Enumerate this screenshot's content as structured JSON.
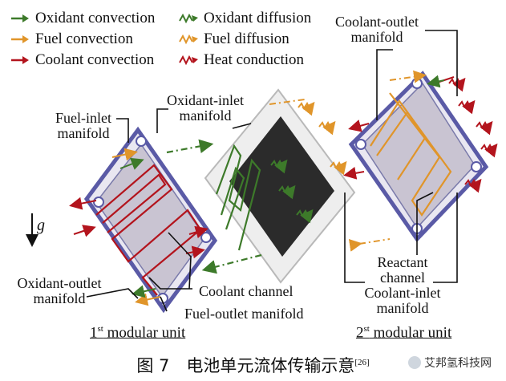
{
  "legend": {
    "items": [
      {
        "label": "Oxidant convection",
        "icon": "green-straight-arrow",
        "color": "#3d7a2a"
      },
      {
        "label": "Oxidant diffusion",
        "icon": "green-wavy-arrow",
        "color": "#3d7a2a"
      },
      {
        "label": "Fuel convection",
        "icon": "orange-straight-arrow",
        "color": "#e0952a"
      },
      {
        "label": "Fuel diffusion",
        "icon": "orange-wavy-arrow",
        "color": "#e0952a"
      },
      {
        "label": "Coolant convection",
        "icon": "red-straight-arrow",
        "color": "#b3141d"
      },
      {
        "label": "Heat conduction",
        "icon": "red-wavy-arrow",
        "color": "#b3141d"
      }
    ]
  },
  "labels": {
    "fuel_inlet_line1": "Fuel-inlet",
    "fuel_inlet_line2": "manifold",
    "oxidant_inlet_line1": "Oxidant-inlet",
    "oxidant_inlet_line2": "manifold",
    "coolant_outlet_line1": "Coolant-outlet",
    "coolant_outlet_line2": "manifold",
    "gravity": "g",
    "oxidant_outlet_line1": "Oxidant-outlet",
    "oxidant_outlet_line2": "manifold",
    "coolant_channel": "Coolant channel",
    "fuel_outlet": "Fuel-outlet manifold",
    "reactant_line1": "Reactant",
    "reactant_line2": "channel",
    "coolant_inlet_line1": "Coolant-inlet",
    "coolant_inlet_line2": "manifold"
  },
  "units": {
    "unit1_num": "1",
    "unit1_sup": "st",
    "unit1_text": " modular unit",
    "unit2_num": "2",
    "unit2_sup": "st",
    "unit2_text": " modular unit"
  },
  "caption": {
    "text": "图 7　电池单元流体传输示意",
    "ref": "[26]"
  },
  "watermark": {
    "text": "艾邦氢科技网"
  },
  "colors": {
    "oxidant": "#3d7a2a",
    "fuel": "#e0952a",
    "coolant": "#b3141d",
    "frame": "#5a5aa6",
    "plate": "#c7c2cf",
    "membrane": "#262626"
  }
}
